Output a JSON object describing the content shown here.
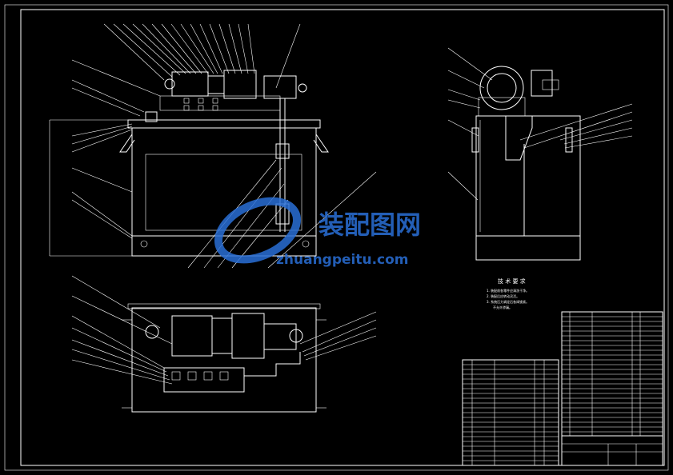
{
  "watermark": {
    "cn": "装配图网",
    "en": "zhuangpeitu.com",
    "color": "#2a6fd6"
  },
  "tech_requirements": {
    "title": "技 术 要 求",
    "lines": [
      "1. 装配前各零件应清洗干净。",
      "2. 装配后应转动灵活。",
      "3. 系统压力调定后各阀锁紧。",
      "不允许渗漏。"
    ]
  },
  "colors": {
    "background": "#000000",
    "line": "#ffffff"
  }
}
